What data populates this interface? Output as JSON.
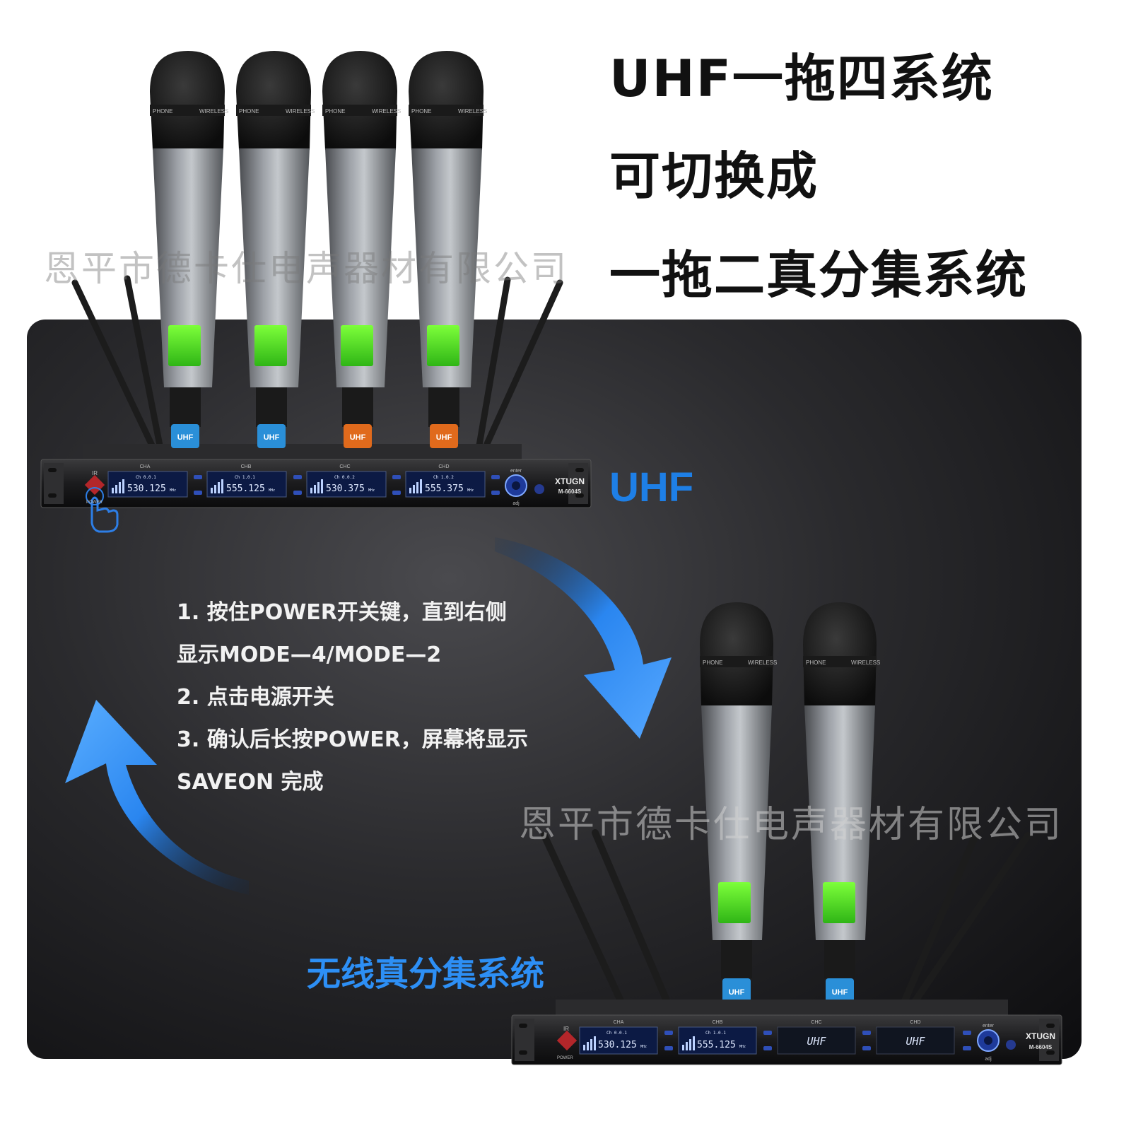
{
  "headline": {
    "line1": "UHF一拖四系统",
    "line2": "可切换成",
    "line3": "一拖二真分集系统"
  },
  "watermark": "恩平市德卡仕电声器材有限公司",
  "uhf_label": "UHF",
  "instructions": [
    "1.  按住POWER开关键，直到右侧",
    "显示MODE—4/MODE—2",
    "2. 点击电源开关",
    "3.  确认后长按POWER，屏幕将显示",
    "SAVEON 完成"
  ],
  "diversity_label": "无线真分集系统",
  "receiver4": {
    "channels": [
      "CHA",
      "CHB",
      "CHC",
      "CHD"
    ],
    "channel_nums": [
      "Ch 0.0.1",
      "Ch 1.0.1",
      "Ch 0.0.2",
      "Ch 1.0.2"
    ],
    "freqs": [
      "530.125",
      "555.125",
      "530.375",
      "555.375"
    ],
    "unit": "MHz",
    "brand": "XTUGN",
    "model": "M-6604S",
    "enter": "enter",
    "adj": "adj",
    "ir": "IR",
    "power": "POWER"
  },
  "receiver2": {
    "channels": [
      "CHA",
      "CHB",
      "CHC",
      "CHD"
    ],
    "channel_nums": [
      "Ch 0.0.1",
      "Ch 1.0.1"
    ],
    "freqs": [
      "530.125",
      "555.125"
    ],
    "idle": "UHF",
    "unit": "MHz",
    "brand": "XTUGN",
    "model": "M-6604S",
    "enter": "enter",
    "adj": "adj",
    "ir": "IR",
    "power": "POWER"
  },
  "mic": {
    "grille_left": "PHONE",
    "grille_right": "WIRELESS",
    "tag": "UHF",
    "tag_colors": [
      "#2a8fd8",
      "#2a8fd8",
      "#e06a1c",
      "#e06a1c"
    ]
  }
}
